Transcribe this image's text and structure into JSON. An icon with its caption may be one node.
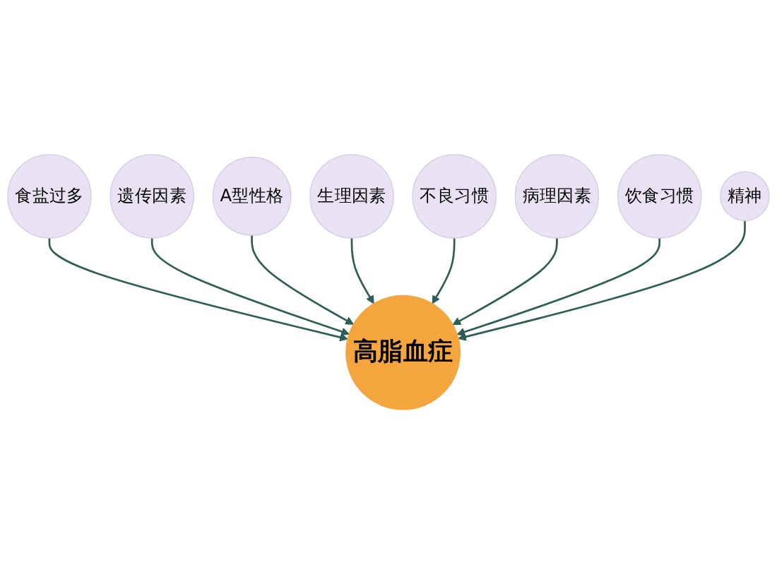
{
  "diagram": {
    "nodes": [
      {
        "text": [
          "高脂血症"
        ]
      },
      {
        "text": [
          "食盐过多"
        ]
      },
      {
        "text": [
          "遗传因素"
        ]
      },
      {
        "text": [
          "A型性格"
        ]
      },
      {
        "text": [
          "生理因素"
        ]
      },
      {
        "text": [
          "不良习惯"
        ]
      },
      {
        "text": [
          "病理因素"
        ]
      },
      {
        "text": [
          "饮食习惯"
        ]
      },
      {
        "text": [
          "精神"
        ]
      }
    ],
    "edges": [
      {
        "from": 1,
        "to": 0,
        "arrow": "to"
      },
      {
        "from": 2,
        "to": 0,
        "arrow": "to"
      },
      {
        "from": 3,
        "to": 0,
        "arrow": "to"
      },
      {
        "from": 4,
        "to": 0,
        "arrow": "to"
      },
      {
        "from": 5,
        "to": 0,
        "arrow": "to"
      },
      {
        "from": 6,
        "to": 0,
        "arrow": "to"
      },
      {
        "from": 7,
        "to": 0,
        "arrow": "to"
      },
      {
        "from": 8,
        "to": 0,
        "arrow": "to"
      }
    ]
  }
}
